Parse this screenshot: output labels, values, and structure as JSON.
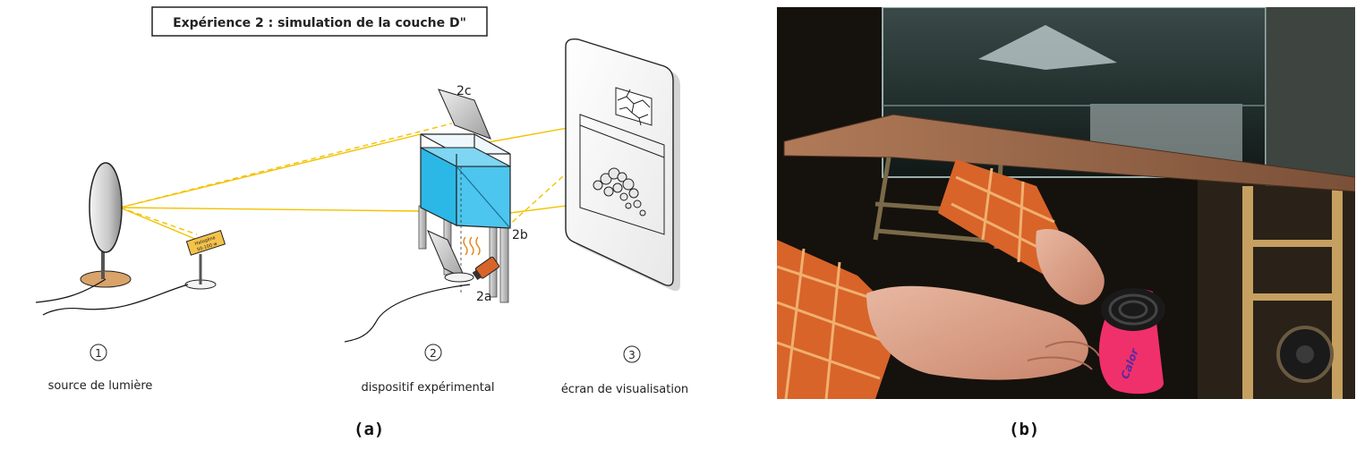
{
  "panel_a": {
    "title": "Expérience 2 : simulation de la couche D\"",
    "labels": {
      "top_mirror": "2c",
      "side_mirror": "2b",
      "bottom_mirror": "2a"
    },
    "lamp_label_line1": "Halogène",
    "lamp_label_line2": "50-100 w",
    "steps": [
      {
        "number": "1",
        "label": "source de lumière"
      },
      {
        "number": "2",
        "label": "dispositif expérimental"
      },
      {
        "number": "3",
        "label": "écran de visualisation"
      }
    ],
    "caption": "(a)"
  },
  "panel_b": {
    "dryer_brand": "Calor",
    "caption": "(b)"
  },
  "colors": {
    "beam": "#f2c200",
    "water": "#2bb8e6",
    "water_dark": "#1a94c4",
    "dryer": "#f0306a",
    "shirt": "#d8642a"
  }
}
